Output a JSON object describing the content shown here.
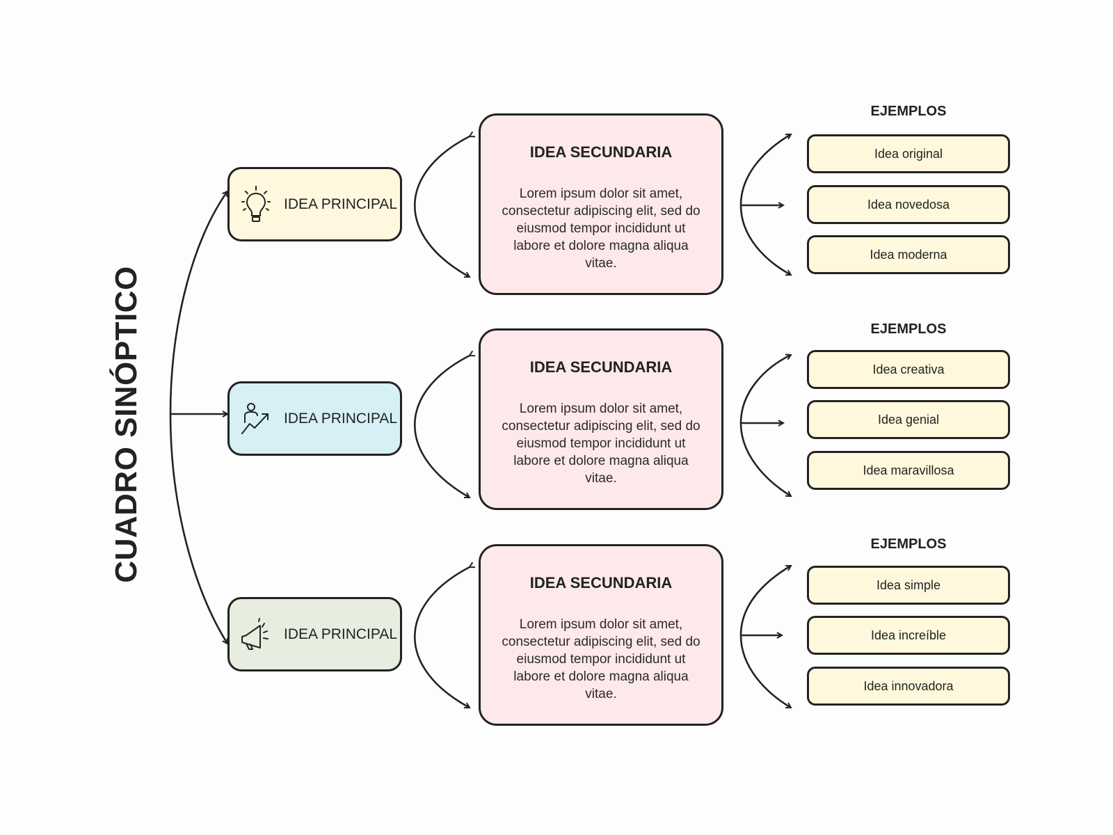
{
  "title": "CUADRO SINÓPTICO",
  "branches": [
    {
      "principal": {
        "label": "IDEA PRINCIPAL",
        "icon": "lightbulb-icon",
        "color": "#fff8df"
      },
      "secundaria": {
        "title": "IDEA SECUNDARIA",
        "body": "Lorem ipsum dolor sit amet, consectetur adipiscing elit, sed do eiusmod tempor incididunt ut labore et dolore magna aliqua vitae."
      },
      "ejemplos_heading": "EJEMPLOS",
      "examples": [
        "Idea original",
        "Idea novedosa",
        "Idea moderna"
      ]
    },
    {
      "principal": {
        "label": "IDEA PRINCIPAL",
        "icon": "growth-person-icon",
        "color": "#d6f0f6"
      },
      "secundaria": {
        "title": "IDEA SECUNDARIA",
        "body": "Lorem ipsum dolor sit amet, consectetur adipiscing elit, sed do eiusmod tempor incididunt ut labore et dolore magna aliqua vitae."
      },
      "ejemplos_heading": "EJEMPLOS",
      "examples": [
        "Idea creativa",
        "Idea genial",
        "Idea maravillosa"
      ]
    },
    {
      "principal": {
        "label": "IDEA PRINCIPAL",
        "icon": "megaphone-icon",
        "color": "#e7eddf"
      },
      "secundaria": {
        "title": "IDEA SECUNDARIA",
        "body": "Lorem ipsum dolor sit amet, consectetur adipiscing elit, sed do eiusmod tempor incididunt ut labore et dolore magna aliqua vitae."
      },
      "ejemplos_heading": "EJEMPLOS",
      "examples": [
        "Idea simple",
        "Idea increíble",
        "Idea innovadora"
      ]
    }
  ]
}
